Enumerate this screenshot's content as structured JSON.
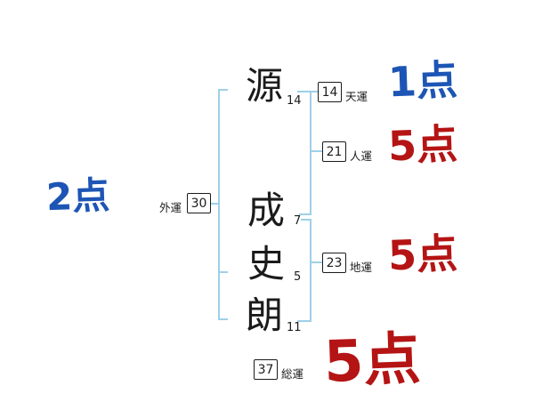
{
  "name": {
    "chars": [
      {
        "char": "源",
        "strokes": "14"
      },
      {
        "char": "成",
        "strokes": "7"
      },
      {
        "char": "史",
        "strokes": "5"
      },
      {
        "char": "朗",
        "strokes": "11"
      }
    ]
  },
  "fortunes": {
    "ten": {
      "label": "天運",
      "value": "14",
      "score": "1点",
      "score_color": "#1d55b5"
    },
    "jin": {
      "label": "人運",
      "value": "21",
      "score": "5点",
      "score_color": "#b51414"
    },
    "chi": {
      "label": "地運",
      "value": "23",
      "score": "5点",
      "score_color": "#b51414"
    },
    "gai": {
      "label": "外運",
      "value": "30",
      "score": "2点",
      "score_color": "#1d55b5"
    },
    "sou": {
      "label": "総運",
      "value": "37",
      "score": "5点",
      "score_color": "#b51414"
    }
  },
  "colors": {
    "blue": "#1d55b5",
    "red": "#b51414",
    "bracket": "#9ed0e8",
    "ink": "#1b1b1b",
    "background": "#ffffff"
  }
}
